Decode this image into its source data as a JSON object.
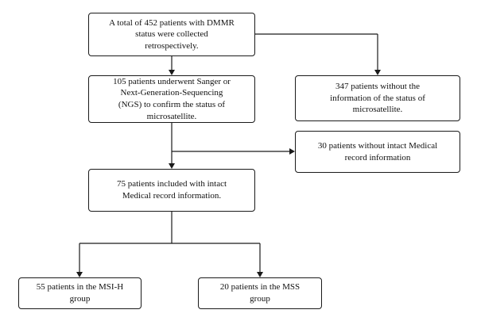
{
  "flowchart": {
    "box_total": "A total of 452 patients with DMMR\nstatus were collected\nretrospectively.",
    "box_sequenced": "105 patients underwent Sanger or\nNext-Generation-Sequencing\n(NGS) to confirm the status of\nmicrosatellite.",
    "box_no_msi_info": "347 patients without the\ninformation of the status of\nmicrosatellite.",
    "box_no_record": "30 patients without intact Medical\nrecord information",
    "box_included": "75 patients included with intact\nMedical record information.",
    "box_msi_h": "55 patients in the MSI-H\ngroup",
    "box_mss": "20 patients in the MSS\ngroup"
  }
}
